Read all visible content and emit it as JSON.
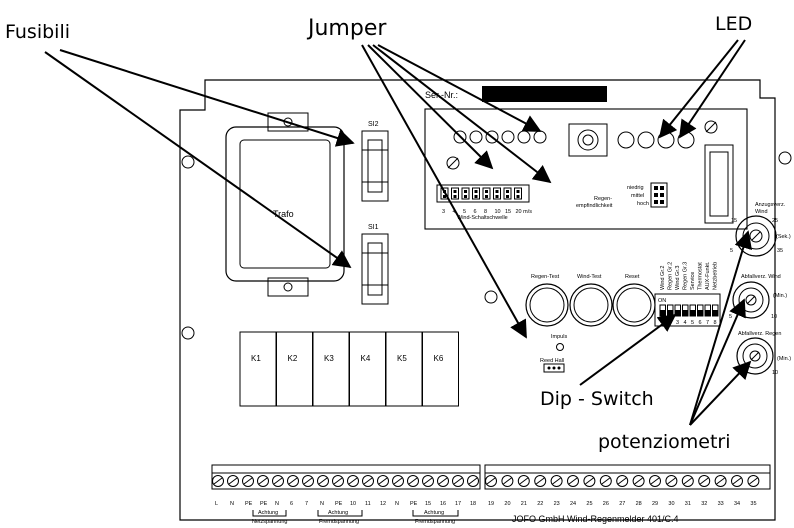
{
  "callouts": {
    "fusibili": "Fusibili",
    "jumper": "Jumper",
    "led": "LED",
    "dip_switch": "Dip - Switch",
    "potenziometri": "potenziometri"
  },
  "board": {
    "ser_nr": "Ser.-Nr.:",
    "trafo": "Trafo",
    "fuse_top": "SI2",
    "fuse_bottom": "SI1",
    "wind_numbers": [
      "3",
      "4",
      "5",
      "6",
      "8",
      "10",
      "15",
      "20 m/s"
    ],
    "wind_label": "Wind-Schaltschwelle",
    "regen_label_1": "Regen-",
    "regen_label_2": "empfindlichkeit",
    "sens_levels": [
      "niedrig",
      "mittel",
      "hoch"
    ],
    "buttons": [
      "Regen-Test",
      "Wind-Test",
      "Reset"
    ],
    "impuls": "Impuls",
    "reed_hall": "Reed Hall",
    "dip_on": "ON",
    "dip_labels": [
      "Wind Gr.2",
      "Regen Gr.2",
      "Wind Gr.3",
      "Regen Gr.3",
      "Service",
      "Thermostat",
      "AUX-Funkt.",
      "Netzbetrieb"
    ],
    "dip_numbers": [
      "1",
      "2",
      "3",
      "4",
      "5",
      "6",
      "7",
      "8"
    ],
    "relays": [
      "K1",
      "K2",
      "K3",
      "K4",
      "K5",
      "K6"
    ],
    "pot_1": {
      "title_1": "Anzugsverz.",
      "title_2": "Wind",
      "scale": [
        "15",
        "25",
        "35",
        "5"
      ],
      "unit": "(Sek.)"
    },
    "pot_2": {
      "title": "Abfallverz. Wind",
      "scale": [
        "5",
        "10"
      ],
      "unit": "(Min.)"
    },
    "pot_3": {
      "title": "Abfallverz. Regen",
      "scale": [
        "5",
        "10"
      ],
      "unit": "(Min.)"
    },
    "terminals_left": [
      "L",
      "N",
      "PE",
      "PE",
      "N",
      "6",
      "7",
      "N",
      "PE",
      "10",
      "11",
      "12",
      "N",
      "PE",
      "15",
      "16",
      "17",
      "18"
    ],
    "terminals_right": [
      "19",
      "20",
      "21",
      "22",
      "23",
      "24",
      "25",
      "26",
      "27",
      "28",
      "29",
      "30",
      "31",
      "32",
      "33",
      "34",
      "35"
    ],
    "achtung": "Achtung",
    "netzspannung": "Netzspannung",
    "fremdspannung": "Fremdspannung",
    "footer": "JOFO GmbH Wind-Regenmelder 401/C.4"
  }
}
